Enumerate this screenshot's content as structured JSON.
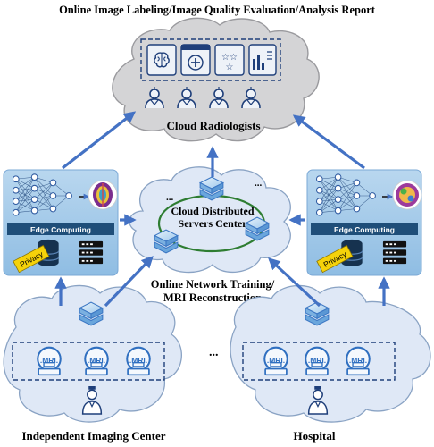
{
  "title": "Online Image Labeling/Image Quality Evaluation/Analysis Report",
  "cloud_top": {
    "label": "Cloud Radiologists"
  },
  "center_cloud": {
    "label_line1": "Cloud Distributed",
    "label_line2": "Servers Center",
    "dots": "..."
  },
  "center_caption": {
    "line1": "Online Network Training/",
    "line2": "MRI Reconstruction"
  },
  "edge_left": {
    "bar_label": "Edge Computing",
    "tag_label": "Privacy"
  },
  "edge_right": {
    "bar_label": "Edge Computing",
    "tag_label": "Privacy"
  },
  "scanner_label": ".MRI.",
  "ellipsis": "...",
  "bottom_left": {
    "label": "Independent Imaging Center"
  },
  "bottom_right": {
    "label": "Hospital"
  },
  "colors": {
    "arrow": "#4472c4",
    "cloud_fill": "#dfe8f6",
    "cloud_top_fill": "#d4d4d6",
    "edge_panel": "#9dc5e6",
    "edge_bar": "#1f4e79",
    "privacy": "#f5d20a",
    "mri_blue": "#2f6fc0",
    "ring_green": "#2e7d32"
  }
}
